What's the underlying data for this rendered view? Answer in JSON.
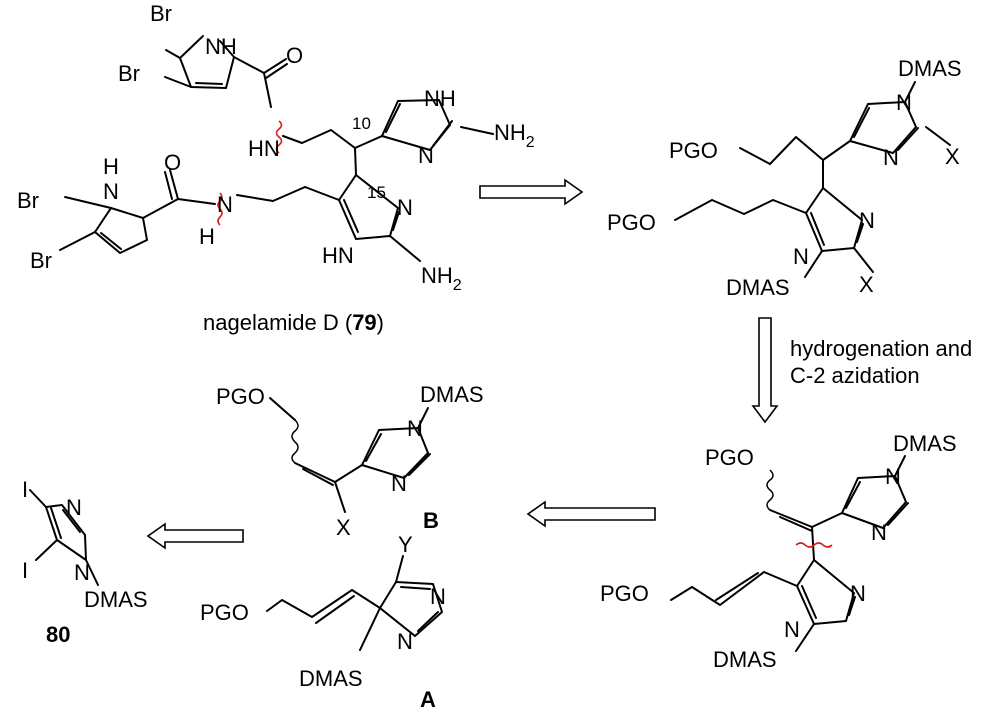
{
  "compound_79": {
    "name": "nagelamide D (",
    "number": "79",
    "close": ")",
    "labels": {
      "br1": "Br",
      "br2": "Br",
      "nh_pyrrole1": "NH",
      "o1": "O",
      "hn_amide1": "HN",
      "loc_10": "10",
      "nh_imid1": "NH",
      "n_imid1": "N",
      "nh2_1": "NH",
      "nh2_1_sub": "2",
      "br3": "Br",
      "br4": "Br",
      "h_pyrrole2": "H",
      "n_pyrrole2": "N",
      "o2": "O",
      "n_amide2": "N",
      "h_amide2": "H",
      "loc_15": "15",
      "n_imid2": "N",
      "hn_imid2": "HN",
      "nh2_2": "NH",
      "nh2_2_sub": "2"
    }
  },
  "intermediate_top_right": {
    "labels": {
      "dmas1": "DMAS",
      "n1": "N",
      "pgo1": "PGO",
      "n2": "N",
      "x1": "X",
      "pgo2": "PGO",
      "n3": "N",
      "n4": "N",
      "dmas2": "DMAS",
      "x2": "X"
    }
  },
  "reaction_conditions": {
    "line1": "hydrogenation and",
    "line2": "C-2 azidation"
  },
  "intermediate_bottom_right": {
    "labels": {
      "pgo1": "PGO",
      "dmas1": "DMAS",
      "n1": "N",
      "n2": "N",
      "pgo2": "PGO",
      "n3": "N",
      "n4": "N",
      "dmas2": "DMAS"
    }
  },
  "fragment_B": {
    "label": "B",
    "atoms": {
      "pgo": "PGO",
      "dmas": "DMAS",
      "n1": "N",
      "n2": "N",
      "x": "X"
    }
  },
  "fragment_A": {
    "label": "A",
    "atoms": {
      "y": "Y",
      "pgo": "PGO",
      "n1": "N",
      "n2": "N",
      "dmas": "DMAS"
    }
  },
  "compound_80": {
    "number": "80",
    "atoms": {
      "i1": "I",
      "i2": "I",
      "n1": "N",
      "n2": "N",
      "dmas": "DMAS"
    }
  }
}
